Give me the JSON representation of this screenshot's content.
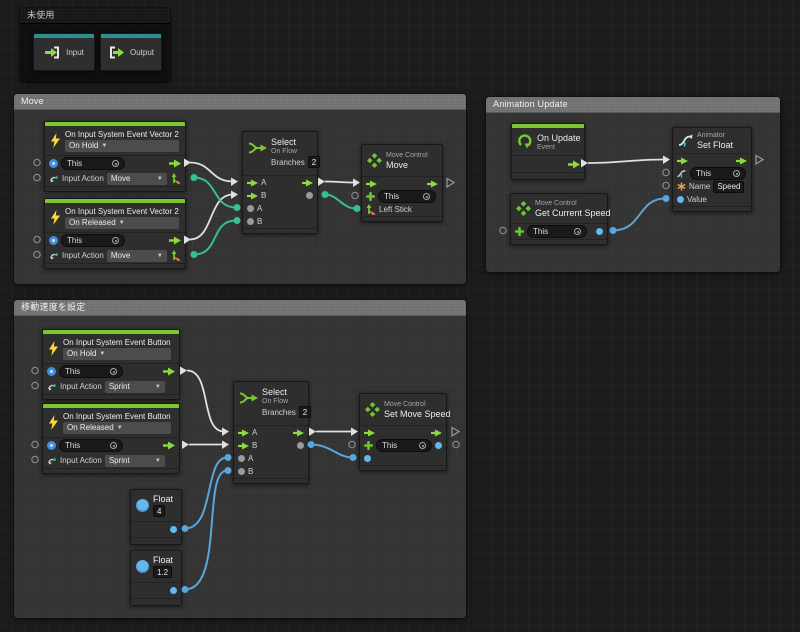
{
  "groups": {
    "unused": {
      "title": "未使用"
    },
    "move": {
      "title": "Move"
    },
    "animation_update": {
      "title": "Animation Update"
    },
    "set_move_speed": {
      "title": "移動速度を設定"
    }
  },
  "nodes": {
    "input": {
      "label": "Input"
    },
    "output": {
      "label": "Output"
    },
    "on_move_hold": {
      "title": "On Input System Event Vector 2",
      "mode": "On Hold",
      "this_value": "This",
      "action_label": "Input Action",
      "action_value": "Move"
    },
    "on_move_released": {
      "title": "On Input System Event Vector 2",
      "mode": "On Released",
      "this_value": "This",
      "action_label": "Input Action",
      "action_value": "Move"
    },
    "select_move": {
      "title": "Select",
      "subtitle": "On Flow",
      "branches_label": "Branches",
      "branches_value": "2",
      "flow_a": "A",
      "flow_b": "B",
      "data_a": "A",
      "data_b": "B"
    },
    "move": {
      "category": "Move Control",
      "title": "Move",
      "this_value": "This",
      "param": "Left Stick"
    },
    "on_update": {
      "title": "On Update",
      "subtitle": "Event"
    },
    "set_float": {
      "category": "Animator",
      "title": "Set Float",
      "this_value": "This",
      "name_label": "Name",
      "name_value": "Speed",
      "value_label": "Value"
    },
    "get_current_speed": {
      "category": "Move Control",
      "title": "Get Current Speed",
      "this_value": "This"
    },
    "on_sprint_hold": {
      "title": "On Input System Event Button",
      "mode": "On Hold",
      "this_value": "This",
      "action_label": "Input Action",
      "action_value": "Sprint"
    },
    "on_sprint_released": {
      "title": "On Input System Event Button",
      "mode": "On Released",
      "this_value": "This",
      "action_label": "Input Action",
      "action_value": "Sprint"
    },
    "select_speed": {
      "title": "Select",
      "subtitle": "On Flow",
      "branches_label": "Branches",
      "branches_value": "2",
      "flow_a": "A",
      "flow_b": "B",
      "data_a": "A",
      "data_b": "B"
    },
    "set_move_speed_node": {
      "category": "Move Control",
      "title": "Set Move Speed",
      "this_value": "This"
    },
    "float_4": {
      "title": "Float",
      "value": "4"
    },
    "float_1_2": {
      "title": "Float",
      "value": "1.2"
    }
  },
  "colors": {
    "flow_green": "#8BDB3C",
    "cap_green": "#7CC62F",
    "cap_teal": "#2F8E8E",
    "wire_white": "#E0E0E0",
    "wire_teal": "#35C08C",
    "wire_blue": "#58A6DC"
  }
}
